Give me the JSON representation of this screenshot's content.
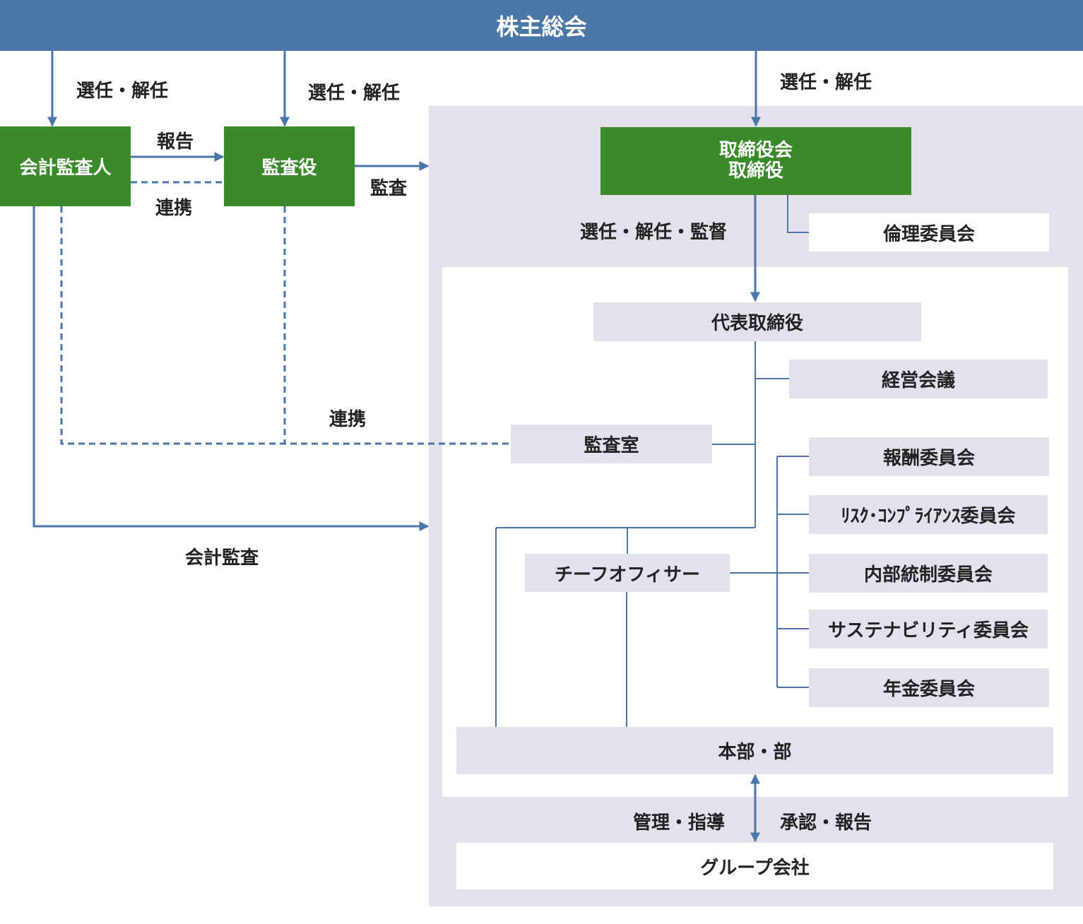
{
  "title": "株主総会",
  "colors": {
    "banner": "#4a76a8",
    "green_box": "#3a8a2b",
    "light_box": "#e4e0ec",
    "line": "#4a76a8"
  },
  "boxes": {
    "accounting_auditor": "会計監査人",
    "auditor": "監査役",
    "board_line1": "取締役会",
    "board_line2": "取締役",
    "ethics_committee": "倫理委員会",
    "representative_director": "代表取締役",
    "management_meeting": "経営会議",
    "audit_office": "監査室",
    "compensation_committee": "報酬委員会",
    "risk_compliance_committee": "ﾘｽｸ･ｺﾝﾌﾟﾗｲｱﾝｽ委員会",
    "internal_control_committee": "内部統制委員会",
    "sustainability_committee": "サステナビリティ委員会",
    "pension_committee": "年金委員会",
    "chief_officer": "チーフオフィサー",
    "headquarters": "本部・部",
    "group_companies": "グループ会社"
  },
  "labels": {
    "appoint_dismiss_1": "選任・解任",
    "appoint_dismiss_2": "選任・解任",
    "appoint_dismiss_3": "選任・解任",
    "report": "報告",
    "cooperation_1": "連携",
    "cooperation_2": "連携",
    "audit": "監査",
    "appoint_dismiss_supervise": "選任・解任・監督",
    "accounting_audit": "会計監査",
    "manage_guide": "管理・指導",
    "approve_report": "承認・報告"
  }
}
